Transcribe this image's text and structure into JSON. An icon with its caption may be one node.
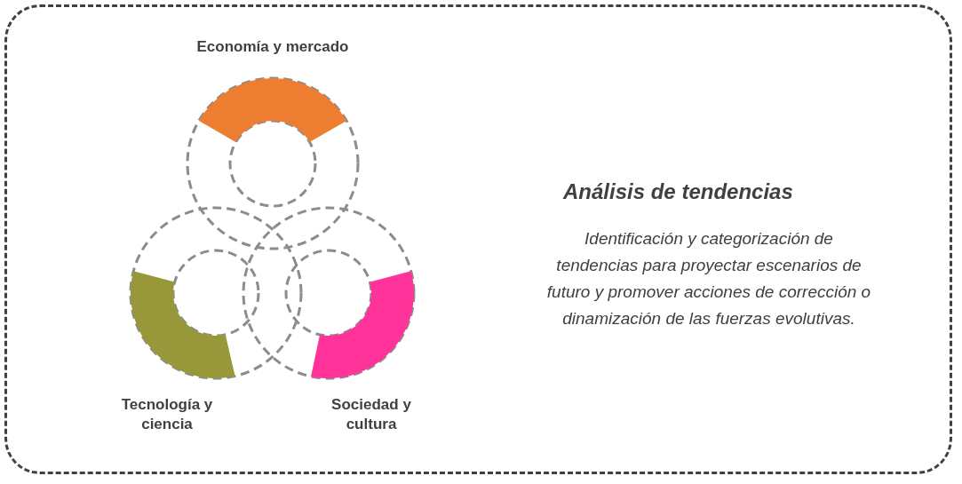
{
  "diagram": {
    "nodes": [
      {
        "text": [
          "Análisis de tendencias",
          "Identificación y categorización de tendencias para proyectar escenarios de futuro y promover acciones de corrección o dinamización de las fuerzas evolutivas."
        ]
      },
      {
        "text": [
          "Economía y mercado"
        ],
        "in": 0
      },
      {
        "text": [
          "Tecnología y ciencia"
        ],
        "in": 0
      },
      {
        "text": [
          "Sociedad y cultura"
        ],
        "in": 0
      }
    ],
    "edges": []
  }
}
